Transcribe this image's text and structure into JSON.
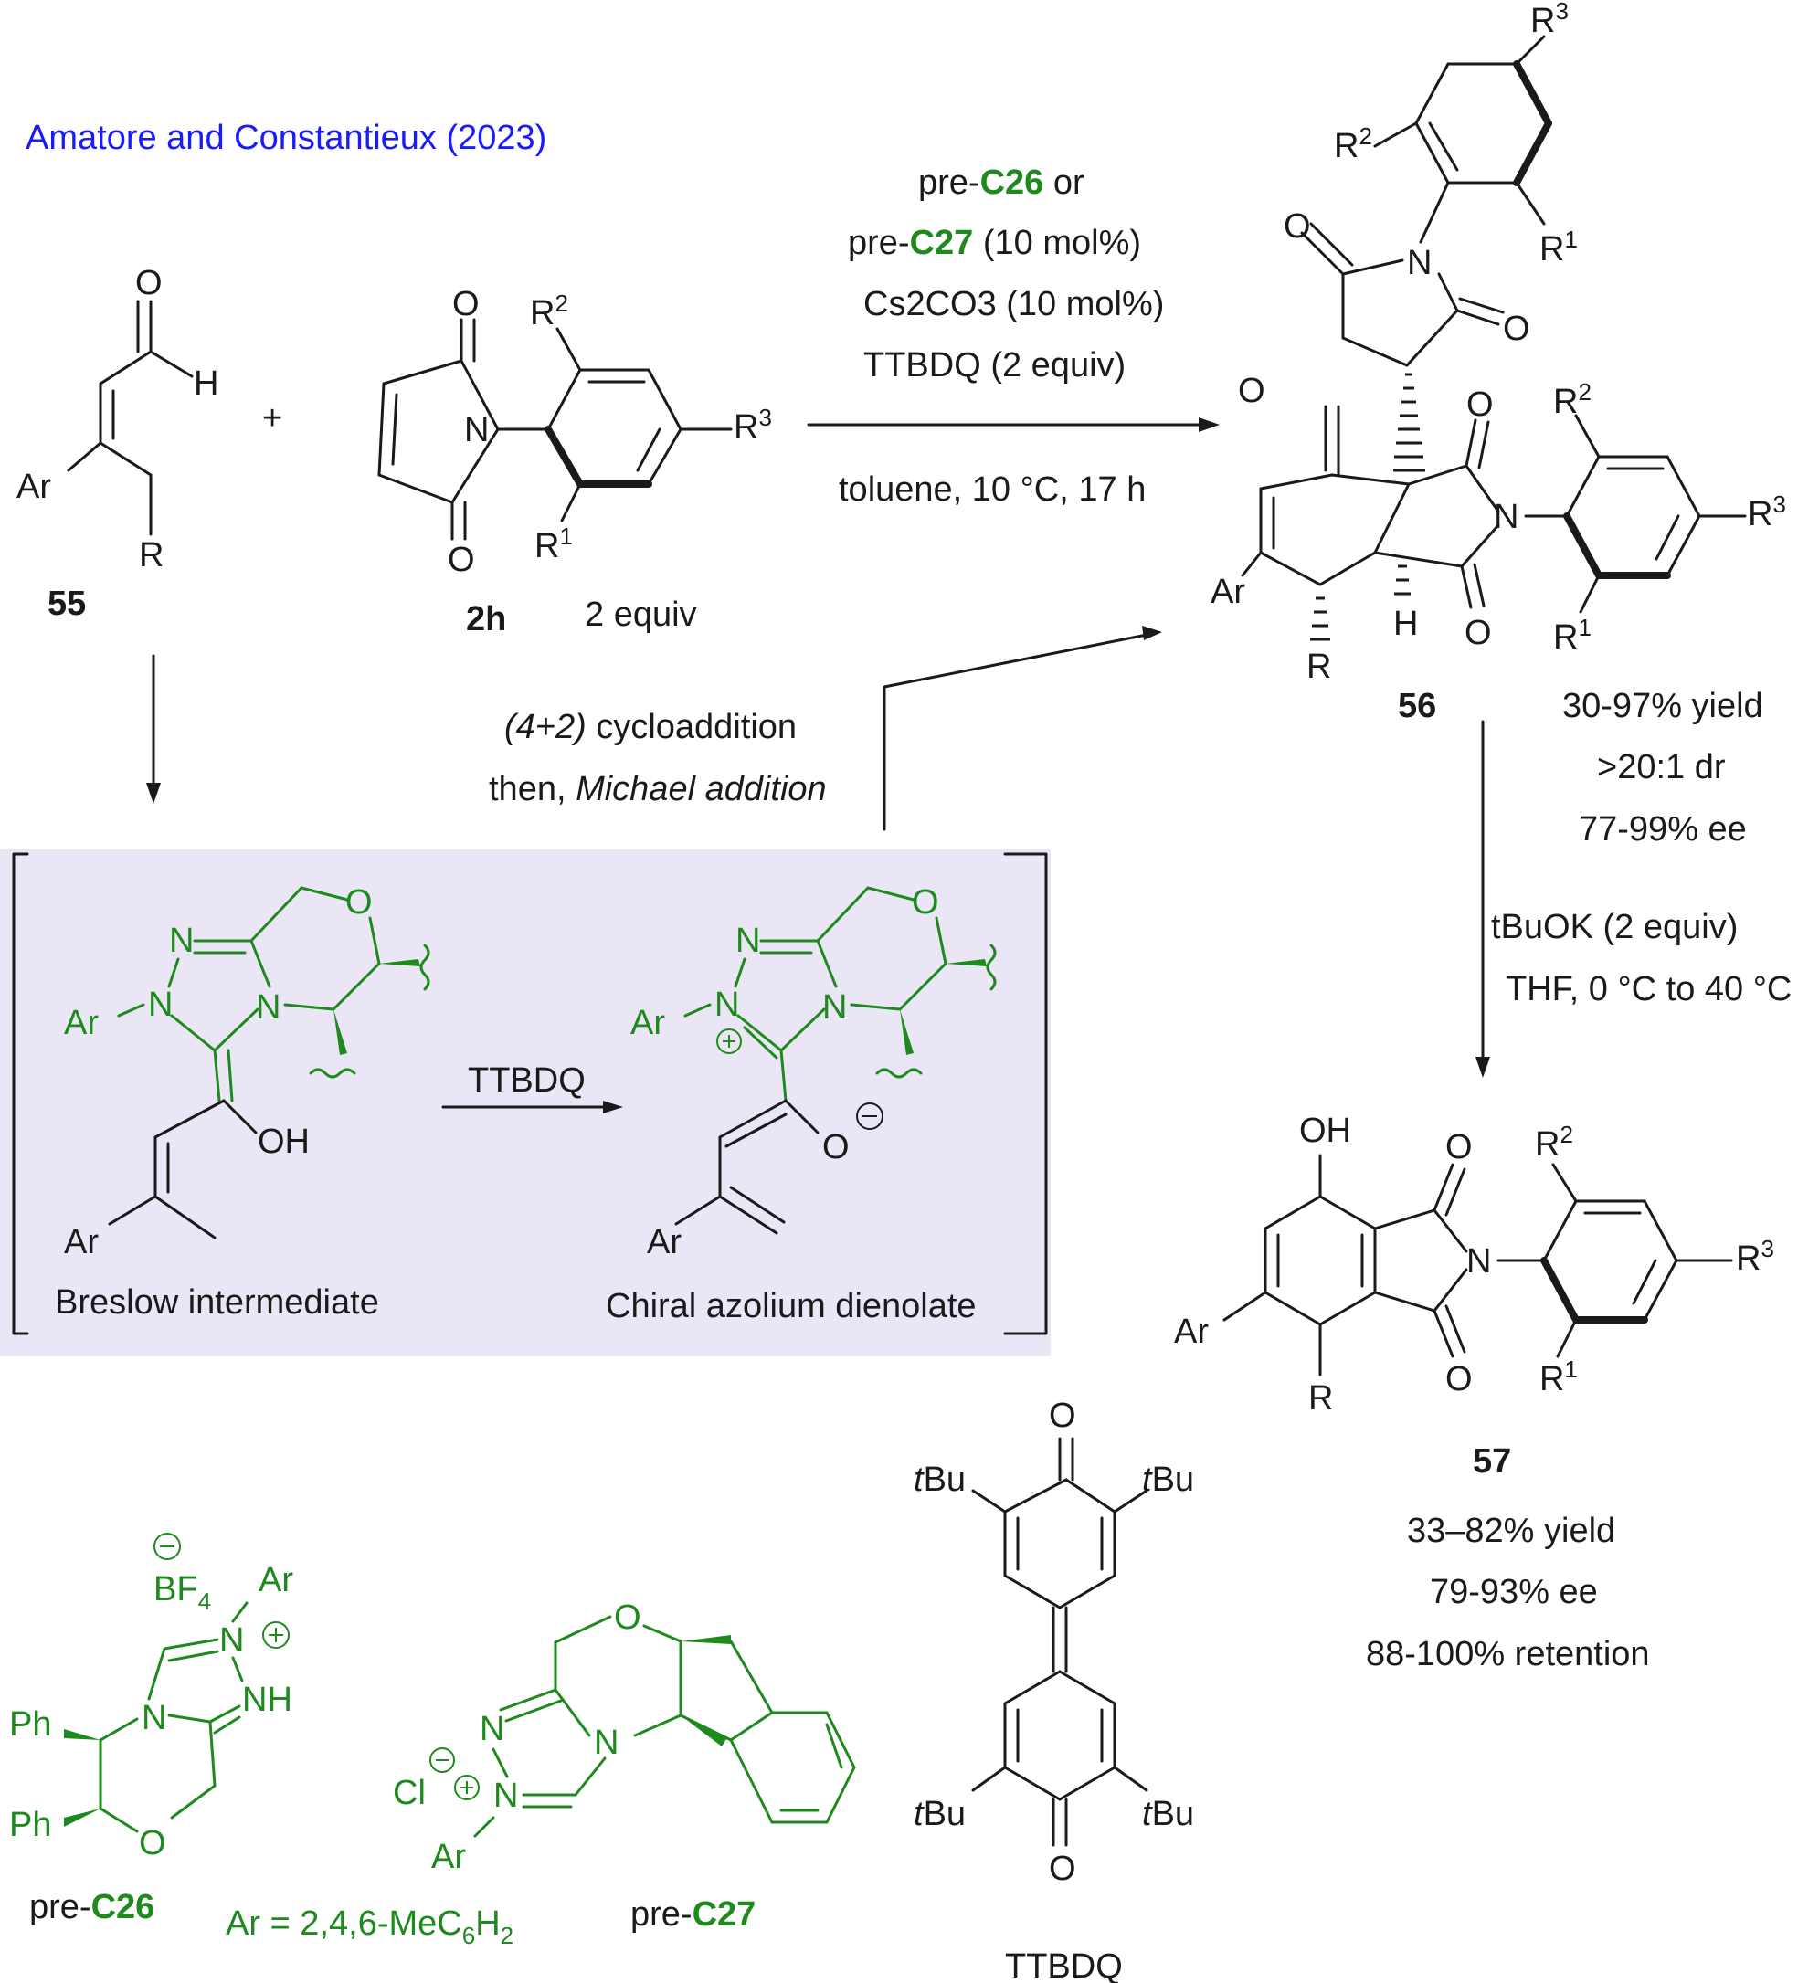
{
  "citation": "Amatore and Constantieux (2023)",
  "colors": {
    "citation": "#1a1aff",
    "catalyst": "#1e8a1e",
    "box": "#ebe6f5"
  },
  "compounds": {
    "c55": {
      "label": "55"
    },
    "c2h": {
      "label": "2h",
      "equiv": "2 equiv"
    },
    "c56": {
      "label": "56",
      "yield": "30-97% yield",
      "dr": ">20:1 dr",
      "ee": "77-99% ee"
    },
    "c57": {
      "label": "57",
      "yield": "33–82% yield",
      "ee": "79-93% ee",
      "retention": "88-100% retention"
    }
  },
  "conditions_main": {
    "line1_pre": "pre-",
    "line1_cat": "C26",
    "line1_post": " or",
    "line2_pre": "pre-",
    "line2_cat": "C27",
    "line2_post": " (10 mol%)",
    "line3": "Cs2CO3 (10 mol%)",
    "line4": "TTBDQ (2 equiv)",
    "line5": "toluene, 10 °C, 17 h"
  },
  "mechanism_note": {
    "line1": "(4+2) cycloaddition",
    "line2_pre": "then, ",
    "line2_it": "Michael addition"
  },
  "conditions_second": {
    "line1": "tBuOK (2 equiv)",
    "line2": "THF, 0 °C to 40 °C"
  },
  "box": {
    "left_label": "Breslow intermediate",
    "right_label": "Chiral azolium dienolate",
    "arrow_label": "TTBDQ"
  },
  "catalysts": {
    "c26_label_pre": "pre-",
    "c26_label": "C26",
    "c27_label_pre": "pre-",
    "c27_label": "C27",
    "ar_def": "Ar = 2,4,6-MeC6H2"
  },
  "ttbdq_label": "TTBDQ"
}
